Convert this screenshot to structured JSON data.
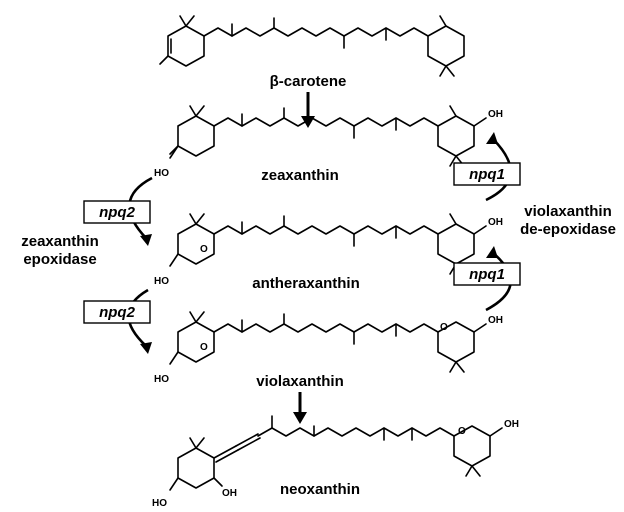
{
  "compounds": {
    "beta_carotene": "β-carotene",
    "zeaxanthin": "zeaxanthin",
    "antheraxanthin": "antheraxanthin",
    "violaxanthin": "violaxanthin",
    "neoxanthin": "neoxanthin"
  },
  "enzymes": {
    "left_line1": "zeaxanthin",
    "left_line2": "epoxidase",
    "right_line1": "violaxanthin",
    "right_line2": "de-epoxidase"
  },
  "genes": {
    "npq2_top": "npq2",
    "npq2_bottom": "npq2",
    "npq1_top": "npq1",
    "npq1_bottom": "npq1"
  },
  "atoms": {
    "ho": "HO",
    "oh": "OH",
    "o": "O"
  }
}
